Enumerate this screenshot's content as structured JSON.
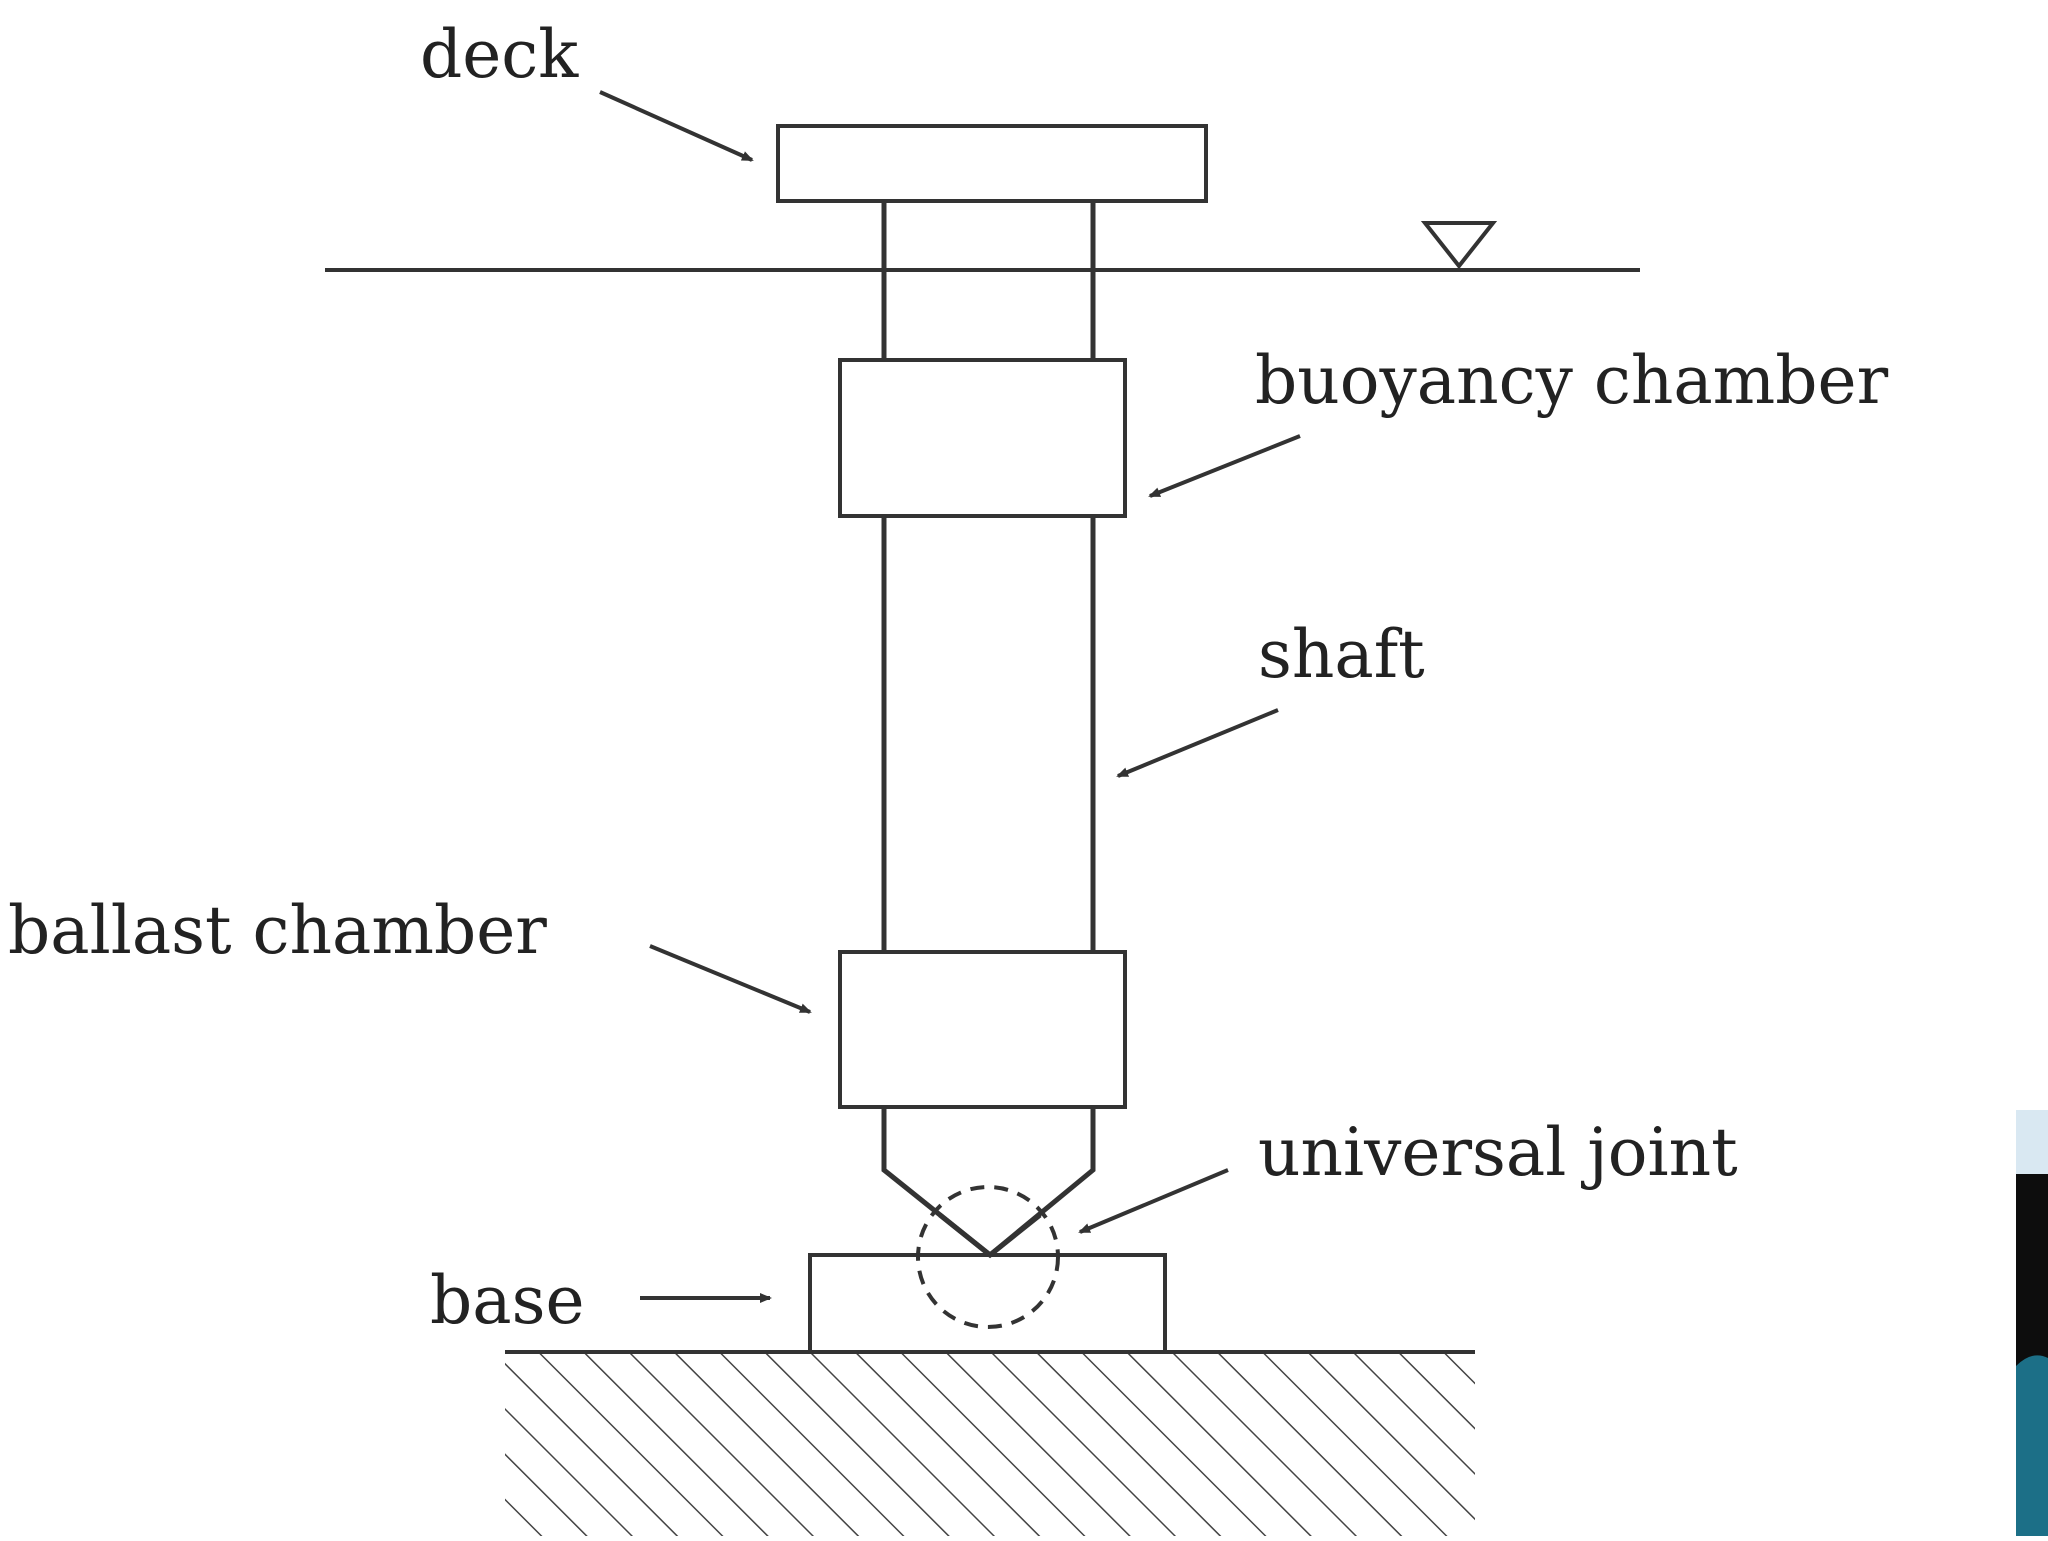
{
  "diagram": {
    "labels": {
      "deck": "deck",
      "buoyancy_chamber": "buoyancy chamber",
      "shaft": "shaft",
      "ballast_chamber": "ballast chamber",
      "universal_joint": "universal joint",
      "base": "base"
    },
    "colors": {
      "line": "#333333",
      "background": "#ffffff",
      "edge_panel_dark": "#0d0d0d",
      "edge_panel_teal": "#1c6f87",
      "edge_panel_light": "#d9e8f2"
    }
  }
}
